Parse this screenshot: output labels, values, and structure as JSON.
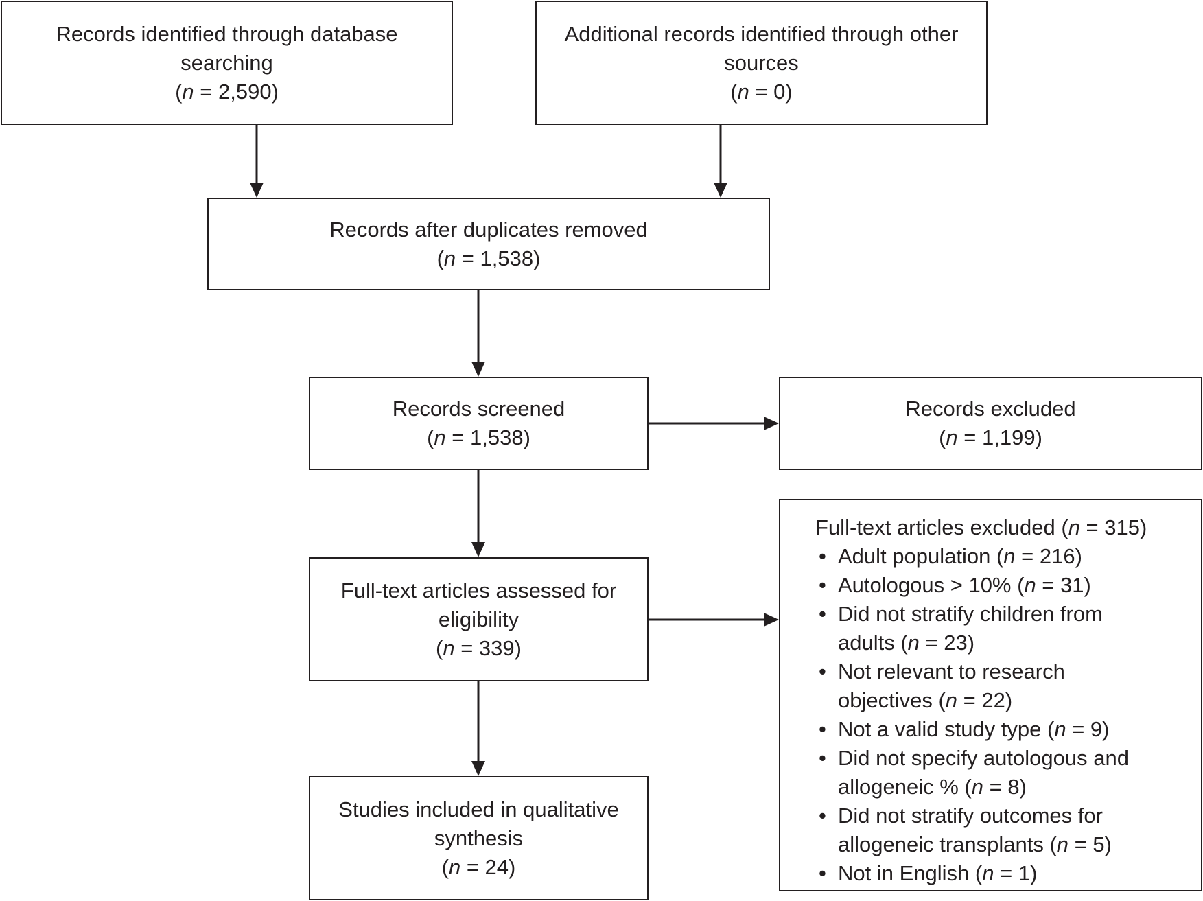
{
  "boxes": {
    "database": {
      "line1": "Records identified through database",
      "line2": "searching",
      "count": "2,590"
    },
    "other_sources": {
      "line1": "Additional records identified through other",
      "line2": "sources",
      "count": "0"
    },
    "dedup": {
      "line1": "Records after duplicates removed",
      "count": "1,538"
    },
    "screened": {
      "line1": "Records screened",
      "count": "1,538"
    },
    "excluded": {
      "line1": "Records excluded",
      "count": "1,199"
    },
    "fulltext": {
      "line1": "Full-text articles assessed for",
      "line2": "eligibility",
      "count": "339"
    },
    "included": {
      "line1": "Studies included in qualitative",
      "line2": "synthesis",
      "count": "24"
    },
    "fulltext_excluded": {
      "heading": "Full-text articles excluded",
      "count": "315",
      "reasons": [
        {
          "lines": [
            "Adult population"
          ],
          "count": "216"
        },
        {
          "lines": [
            "Autologous > 10%"
          ],
          "count": "31"
        },
        {
          "lines": [
            "Did not stratify children from",
            "adults"
          ],
          "count": "23"
        },
        {
          "lines": [
            "Not relevant to research",
            "objectives"
          ],
          "count": "22"
        },
        {
          "lines": [
            "Not a valid study type"
          ],
          "count": "9"
        },
        {
          "lines": [
            "Did not specify autologous and",
            "allogeneic %"
          ],
          "count": "8"
        },
        {
          "lines": [
            "Did not stratify outcomes for",
            "allogeneic transplants"
          ],
          "count": "5"
        },
        {
          "lines": [
            "Not in English"
          ],
          "count": "1"
        }
      ]
    }
  },
  "n_symbol": "n",
  "equals": " = "
}
